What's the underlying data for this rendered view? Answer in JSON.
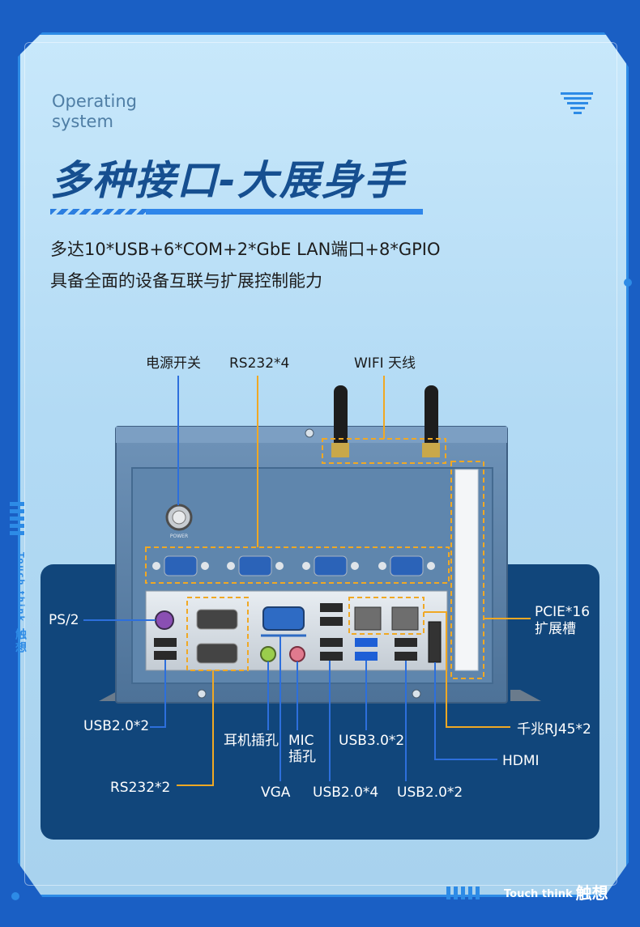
{
  "header": {
    "os_line1": "Operating",
    "os_line2": "system",
    "title": "多种接口-大展身手",
    "sub1": "多达10*USB+6*COM+2*GbE LAN端口+8*GPIO",
    "sub2": "具备全面的设备互联与扩展控制能力"
  },
  "labels": {
    "power_switch": "电源开关",
    "rs232x4": "RS232*4",
    "wifi": "WIFI 天线",
    "ps2": "PS/2",
    "pcie1": "PCIE*16",
    "pcie2": "扩展槽",
    "usb20x2_left": "USB2.0*2",
    "headphone": "耳机插孔",
    "mic1": "MIC",
    "mic2": "插孔",
    "usb30x2": "USB3.0*2",
    "rj45": "千兆RJ45*2",
    "hdmi": "HDMI",
    "rs232x2": "RS232*2",
    "vga": "VGA",
    "usb20x4": "USB2.0*4",
    "usb20x2_right": "USB2.0*2"
  },
  "logo": {
    "brand_small": "Touch think",
    "brand_cn": "触想"
  },
  "colors": {
    "background": "#1a5fc4",
    "accent": "#2d8be6",
    "title": "#164f90",
    "callout_orange": "#f0a824",
    "callout_blue": "#2d6fdc",
    "panel": "#11467b"
  }
}
